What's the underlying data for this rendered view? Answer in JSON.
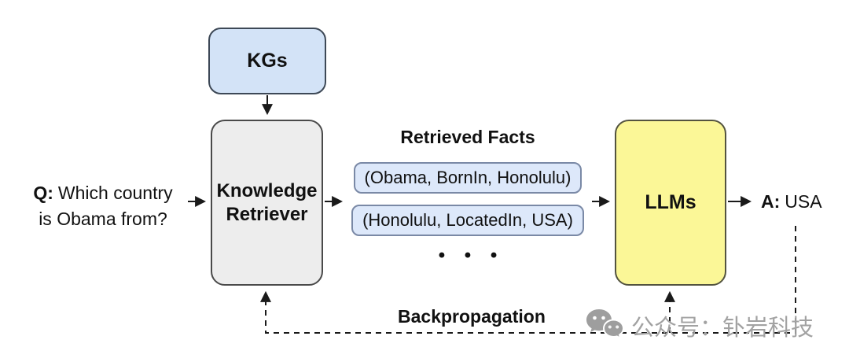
{
  "diagram": {
    "question": {
      "prefix": "Q:",
      "line1": "Which country",
      "line2": "is Obama from?"
    },
    "answer": {
      "prefix": "A:",
      "text": "USA"
    },
    "nodes": {
      "kgs": {
        "label": "KGs"
      },
      "retriever": {
        "line1": "Knowledge",
        "line2": "Retriever"
      },
      "llms": {
        "label": "LLMs"
      }
    },
    "facts": {
      "title": "Retrieved Facts",
      "items": [
        "(Obama, BornIn, Honolulu)",
        "(Honolulu, LocatedIn, USA)"
      ],
      "ellipsis": "• • •"
    },
    "backprop_label": "Backpropagation",
    "watermark": {
      "text": "公众号：钋岩科技"
    },
    "colors": {
      "kgs_fill": "#d3e3f7",
      "kgs_border": "#3d4856",
      "retriever_fill": "#ededed",
      "retriever_border": "#4a4a4a",
      "llms_fill": "#fbf797",
      "llms_border": "#53533f",
      "fact_pill_fill": "#dde8fa",
      "fact_pill_border": "#7a89a6",
      "wire": "#1a1a1a",
      "watermark_gray": "#a2a2a2"
    }
  }
}
